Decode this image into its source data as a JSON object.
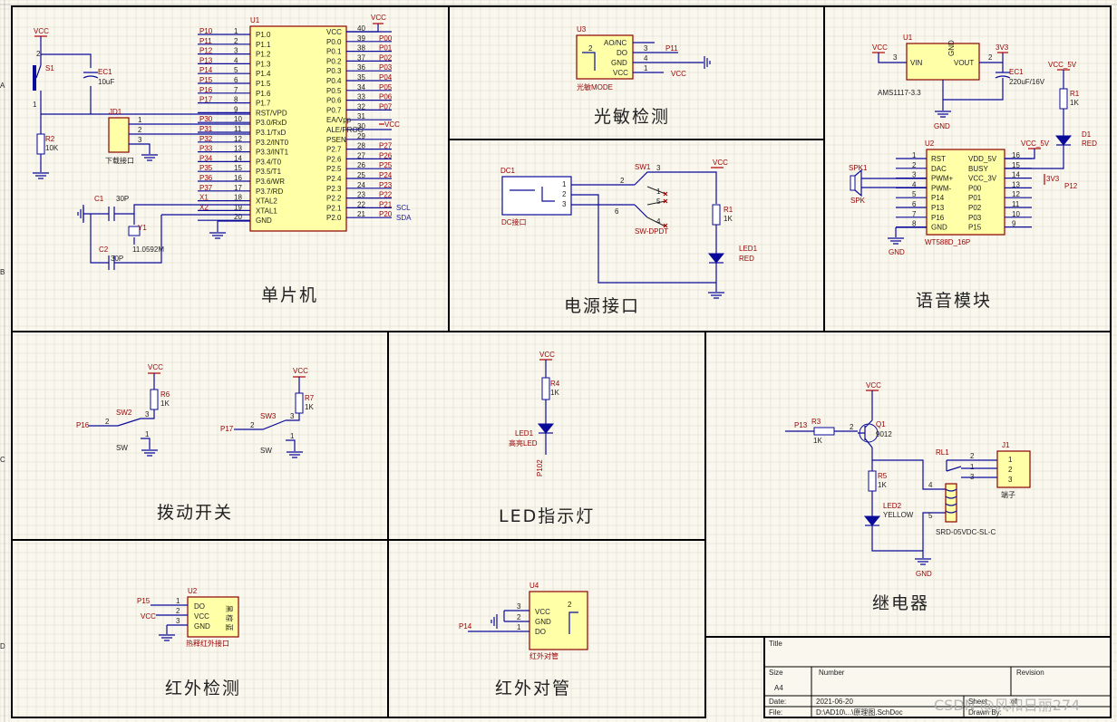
{
  "sections": {
    "mcu": "单片机",
    "light": "光敏检测",
    "power": "电源接口",
    "voice": "语音模块",
    "switch": "拨动开关",
    "led": "LED指示灯",
    "relay": "继电器",
    "ir_detect": "红外检测",
    "ir_pair": "红外对管"
  },
  "margin_letters": [
    "A",
    "B",
    "C",
    "D"
  ],
  "mcu": {
    "ref": "U1",
    "left_pins": [
      {
        "num": "1",
        "name": "P1.0",
        "net": "P10"
      },
      {
        "num": "2",
        "name": "P1.1",
        "net": "P11"
      },
      {
        "num": "3",
        "name": "P1.2",
        "net": "P12"
      },
      {
        "num": "4",
        "name": "P1.3",
        "net": "P13"
      },
      {
        "num": "5",
        "name": "P1.4",
        "net": "P14"
      },
      {
        "num": "6",
        "name": "P1.5",
        "net": "P15"
      },
      {
        "num": "7",
        "name": "P1.6",
        "net": "P16"
      },
      {
        "num": "8",
        "name": "P1.7",
        "net": "P17"
      },
      {
        "num": "9",
        "name": "RST/VPD",
        "net": ""
      },
      {
        "num": "10",
        "name": "P3.0/RxD",
        "net": "P30"
      },
      {
        "num": "11",
        "name": "P3.1/TxD",
        "net": "P31"
      },
      {
        "num": "12",
        "name": "P3.2/INT0",
        "net": "P32"
      },
      {
        "num": "13",
        "name": "P3.3/INT1",
        "net": "P33"
      },
      {
        "num": "14",
        "name": "P3.4/T0",
        "net": "P34"
      },
      {
        "num": "15",
        "name": "P3.5/T1",
        "net": "P35"
      },
      {
        "num": "16",
        "name": "P3.6/WR",
        "net": "P36"
      },
      {
        "num": "17",
        "name": "P3.7/RD",
        "net": "P37"
      },
      {
        "num": "18",
        "name": "XTAL2",
        "net": "X1"
      },
      {
        "num": "19",
        "name": "XTAL1",
        "net": "X2"
      },
      {
        "num": "20",
        "name": "GND",
        "net": ""
      }
    ],
    "right_pins": [
      {
        "num": "40",
        "name": "VCC",
        "net": "VCC"
      },
      {
        "num": "39",
        "name": "P0.0",
        "net": "P00"
      },
      {
        "num": "38",
        "name": "P0.1",
        "net": "P01"
      },
      {
        "num": "37",
        "name": "P0.2",
        "net": "P02"
      },
      {
        "num": "36",
        "name": "P0.3",
        "net": "P03"
      },
      {
        "num": "35",
        "name": "P0.4",
        "net": "P04"
      },
      {
        "num": "34",
        "name": "P0.5",
        "net": "P05"
      },
      {
        "num": "33",
        "name": "P0.6",
        "net": "P06"
      },
      {
        "num": "32",
        "name": "P0.7",
        "net": "P07"
      },
      {
        "num": "31",
        "name": "EA/Vpp",
        "net": "VCC"
      },
      {
        "num": "30",
        "name": "ALE/PROG",
        "net": ""
      },
      {
        "num": "29",
        "name": "PSEN",
        "net": ""
      },
      {
        "num": "28",
        "name": "P2.7",
        "net": "P27"
      },
      {
        "num": "27",
        "name": "P2.6",
        "net": "P26"
      },
      {
        "num": "26",
        "name": "P2.5",
        "net": "P25"
      },
      {
        "num": "25",
        "name": "P2.4",
        "net": "P24"
      },
      {
        "num": "24",
        "name": "P2.3",
        "net": "P23"
      },
      {
        "num": "23",
        "name": "P2.2",
        "net": "P22"
      },
      {
        "num": "22",
        "name": "P2.1",
        "net": "P21"
      },
      {
        "num": "21",
        "name": "P2.0",
        "net": "P20"
      }
    ],
    "extra_nets": {
      "p21": "SCL",
      "p20": "SDA"
    },
    "vcc": "VCC",
    "s1": "S1",
    "ec1": "EC1",
    "ec1_val": "10uF",
    "r2": "R2",
    "r2_val": "10K",
    "jd1": "JD1",
    "jd1_desc": "下载接口",
    "jd1_pins": [
      "1",
      "2",
      "3"
    ],
    "c1": "C1",
    "c1_val": "30P",
    "c2": "C2",
    "c2_val": "30P",
    "y1": "Y1",
    "y1_val": "11.0592M"
  },
  "light": {
    "ref": "U3",
    "pins": [
      {
        "num": "2",
        "name": "AO/NC"
      },
      {
        "num": "3",
        "name": "DO",
        "net": "P11"
      },
      {
        "num": "4",
        "name": "GND"
      },
      {
        "num": "1",
        "name": "VCC",
        "net": "VCC"
      }
    ],
    "desc": "光敏MODE"
  },
  "power": {
    "dc": "DC1",
    "dc_desc": "DC接口",
    "dc_pins": [
      "1",
      "2",
      "3"
    ],
    "sw": "SW1",
    "sw_desc": "SW-DPDT",
    "sw_pins": [
      "1",
      "2",
      "3",
      "4",
      "5",
      "6"
    ],
    "vcc": "VCC",
    "r1": "R1",
    "r1_val": "1K",
    "led": "LED1",
    "led_val": "RED"
  },
  "voice": {
    "u1": "U1",
    "u1_pins": [
      {
        "num": "3",
        "name": "VIN"
      },
      {
        "num": "",
        "name": "GND"
      },
      {
        "num": "2",
        "name": "VOUT"
      }
    ],
    "u1_desc": "AMS1117-3.3",
    "vcc": "VCC",
    "v33": "3V3",
    "ec1": "EC1",
    "ec1_val": "220uF/16V",
    "gnd": "GND",
    "vcc5": "VCC_5V",
    "r1": "R1",
    "r1_val": "1K",
    "d1": "D1",
    "d1_val": "RED",
    "u2": "U2",
    "u2_desc": "WT588D_16P",
    "u2_left": [
      {
        "num": "1",
        "name": "RST"
      },
      {
        "num": "2",
        "name": "DAC"
      },
      {
        "num": "3",
        "name": "PWM+"
      },
      {
        "num": "4",
        "name": "PWM-"
      },
      {
        "num": "5",
        "name": "P14"
      },
      {
        "num": "6",
        "name": "P13"
      },
      {
        "num": "7",
        "name": "P16"
      },
      {
        "num": "8",
        "name": "GND"
      }
    ],
    "u2_right": [
      {
        "num": "16",
        "name": "VDD_5V"
      },
      {
        "num": "15",
        "name": "BUSY"
      },
      {
        "num": "14",
        "name": "VCC_3V"
      },
      {
        "num": "13",
        "name": "P00"
      },
      {
        "num": "12",
        "name": "P01"
      },
      {
        "num": "11",
        "name": "P02"
      },
      {
        "num": "10",
        "name": "P03"
      },
      {
        "num": "9",
        "name": "P15"
      }
    ],
    "vcc5b": "VCC_5V",
    "v33b": "3V3",
    "p12": "P12",
    "spk": "SPK1",
    "spk_desc": "SPK",
    "gnd2": "GND"
  },
  "switch": {
    "vcc": "VCC",
    "r6": "R6",
    "r6_val": "1K",
    "sw2": "SW2",
    "sw2_desc": "SW",
    "p16": "P16",
    "r7": "R7",
    "r7_val": "1K",
    "sw3": "SW3",
    "sw3_desc": "SW",
    "p17": "P17",
    "pins": [
      "1",
      "2",
      "3"
    ]
  },
  "led": {
    "vcc": "VCC",
    "r4": "R4",
    "r4_val": "1K",
    "led": "LED1",
    "led_desc": "高亮LED",
    "net": "P102"
  },
  "relay": {
    "vcc": "VCC",
    "p13": "P13",
    "r3": "R3",
    "r3_val": "1K",
    "q1": "Q1",
    "q1_val": "9012",
    "r5": "R5",
    "r5_val": "1K",
    "led2": "LED2",
    "led2_val": "YELLOW",
    "rl1": "RL1",
    "rl1_desc": "SRD-05VDC-SL-C",
    "j1": "J1",
    "j1_desc": "端子",
    "j1_pins": [
      "1",
      "2",
      "3"
    ],
    "gnd": "GND",
    "pin_nums": [
      "1",
      "2",
      "3",
      "4",
      "5"
    ]
  },
  "ir_detect": {
    "ref": "U2",
    "pins": [
      {
        "num": "1",
        "name": "DO",
        "net": "P15"
      },
      {
        "num": "2",
        "name": "VCC",
        "net": "VCC"
      },
      {
        "num": "3",
        "name": "GND"
      }
    ],
    "side_text": "黑 棕 蓝",
    "desc": "热释红外接口"
  },
  "ir_pair": {
    "ref": "U4",
    "pins": [
      {
        "num": "3",
        "name": "VCC"
      },
      {
        "num": "2",
        "name": "GND"
      },
      {
        "num": "1",
        "name": "DO",
        "net": "P14"
      }
    ],
    "num2": "2",
    "desc": "红外对管"
  },
  "titleblock": {
    "title": "Title",
    "size_label": "Size",
    "size": "A4",
    "number_label": "Number",
    "revision_label": "Revision",
    "date_label": "Date:",
    "date": "2021-06-20",
    "file_label": "File:",
    "file": "D:\\AD10\\...\\原理图.SchDoc",
    "sheet_label": "Sheet",
    "sheet_of": "of",
    "drawn_label": "Drawn By:"
  },
  "watermark": "CSDN @风和日丽274"
}
